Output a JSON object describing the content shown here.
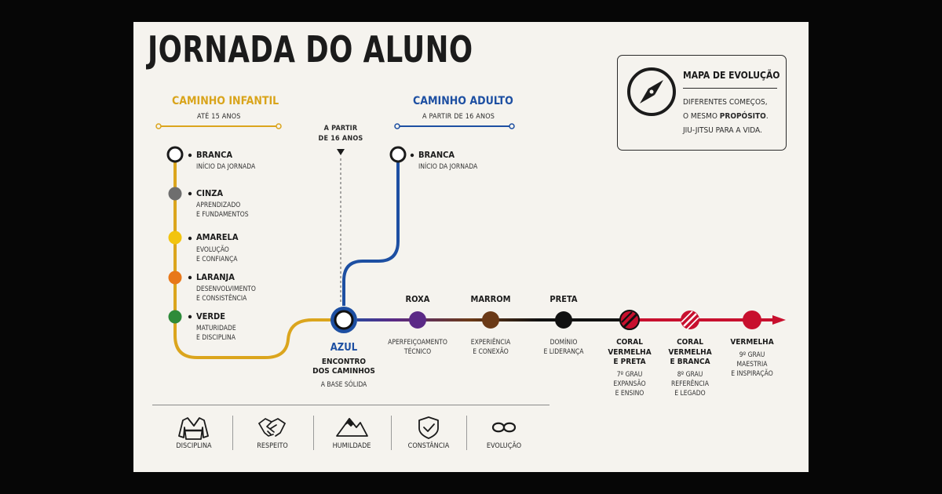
{
  "title": "JORNADA DO ALUNO",
  "kids_path": {
    "title": "CAMINHO INFANTIL",
    "subtitle": "ATÉ 15 ANOS"
  },
  "adult_path": {
    "title": "CAMINHO ADULTO",
    "subtitle": "A PARTIR DE 16 ANOS"
  },
  "junction_marker": "A PARTIR\nDE 16 ANOS",
  "kids_belts": [
    {
      "label": "BRANCA",
      "desc": "INÍCIO DA JORNADA",
      "color": "#ffffff"
    },
    {
      "label": "CINZA",
      "desc": "APRENDIZADO\nE FUNDAMENTOS",
      "color": "#6e6e6e"
    },
    {
      "label": "AMARELA",
      "desc": "EVOLUÇÃO\nE CONFIANÇA",
      "color": "#f2c40f"
    },
    {
      "label": "LARANJA",
      "desc": "DESENVOLVIMENTO\nE CONSISTÊNCIA",
      "color": "#e8781a"
    },
    {
      "label": "VERDE",
      "desc": "MATURIDADE\nE DISCIPLINA",
      "color": "#2e8b3a"
    }
  ],
  "adult_start": {
    "label": "BRANCA",
    "desc": "INÍCIO DA JORNADA"
  },
  "azul": {
    "label": "AZUL",
    "title": "ENCONTRO\nDOS CAMINHOS",
    "desc": "A BASE SÓLIDA",
    "color": "#1d4fa2"
  },
  "main_belts": [
    {
      "label": "ROXA",
      "desc": "APERFEIÇOAMENTO\nTÉCNICO",
      "color": "#5b2a86"
    },
    {
      "label": "MARROM",
      "desc": "EXPERIÊNCIA\nE CONEXÃO",
      "color": "#6b3a17"
    },
    {
      "label": "PRETA",
      "desc": "DOMÍNIO\nE LIDERANÇA",
      "color": "#111111"
    },
    {
      "label": "CORAL\nVERMELHA\nE PRETA",
      "desc": "7º GRAU\nEXPANSÃO\nE ENSINO",
      "color": "#c8102e"
    },
    {
      "label": "CORAL\nVERMELHA\nE BRANCA",
      "desc": "8º GRAU\nREFERÊNCIA\nE LEGADO",
      "color": "#c8102e"
    },
    {
      "label": "VERMELHA",
      "desc": "9º GRAU\nMAESTRIA\nE INSPIRAÇÃO",
      "color": "#c8102e"
    }
  ],
  "map_box": {
    "title": "MAPA DE EVOLUÇÃO",
    "line1": "DIFERENTES COMEÇOS,",
    "line2_pre": "O MESMO ",
    "line2_bold": "PROPÓSITO",
    "line2_post": ".",
    "line3": "JIU-JITSU PARA A VIDA."
  },
  "values": [
    {
      "label": "DISCIPLINA",
      "icon": "gi-icon"
    },
    {
      "label": "RESPEITO",
      "icon": "handshake-icon"
    },
    {
      "label": "HUMILDADE",
      "icon": "mountain-icon"
    },
    {
      "label": "CONSTÂNCIA",
      "icon": "shield-check-icon"
    },
    {
      "label": "EVOLUÇÃO",
      "icon": "infinity-icon"
    }
  ],
  "colors": {
    "kids_line": "#dba51d",
    "adult_line": "#1d4fa2",
    "red_line": "#c8102e"
  }
}
